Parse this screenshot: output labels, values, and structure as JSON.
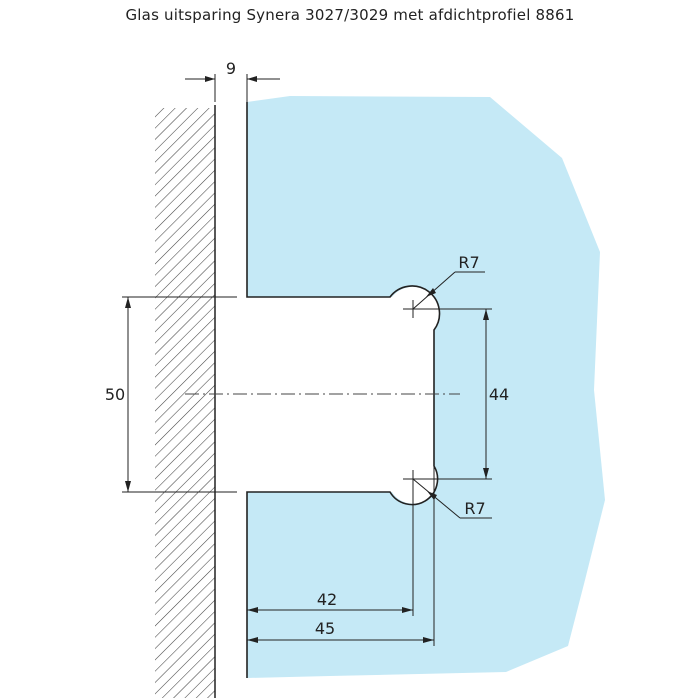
{
  "title": "Glas uitsparing Synera 3027/3029 met afdichtprofiel 8861",
  "dimensions": {
    "gap": "9",
    "height_outer": "50",
    "height_inner": "44",
    "radius_top": "R7",
    "radius_bottom": "R7",
    "depth_inner": "42",
    "depth_outer": "45"
  },
  "colors": {
    "glass": "#c5e9f6",
    "line": "#222222",
    "hatch": "#444444"
  }
}
